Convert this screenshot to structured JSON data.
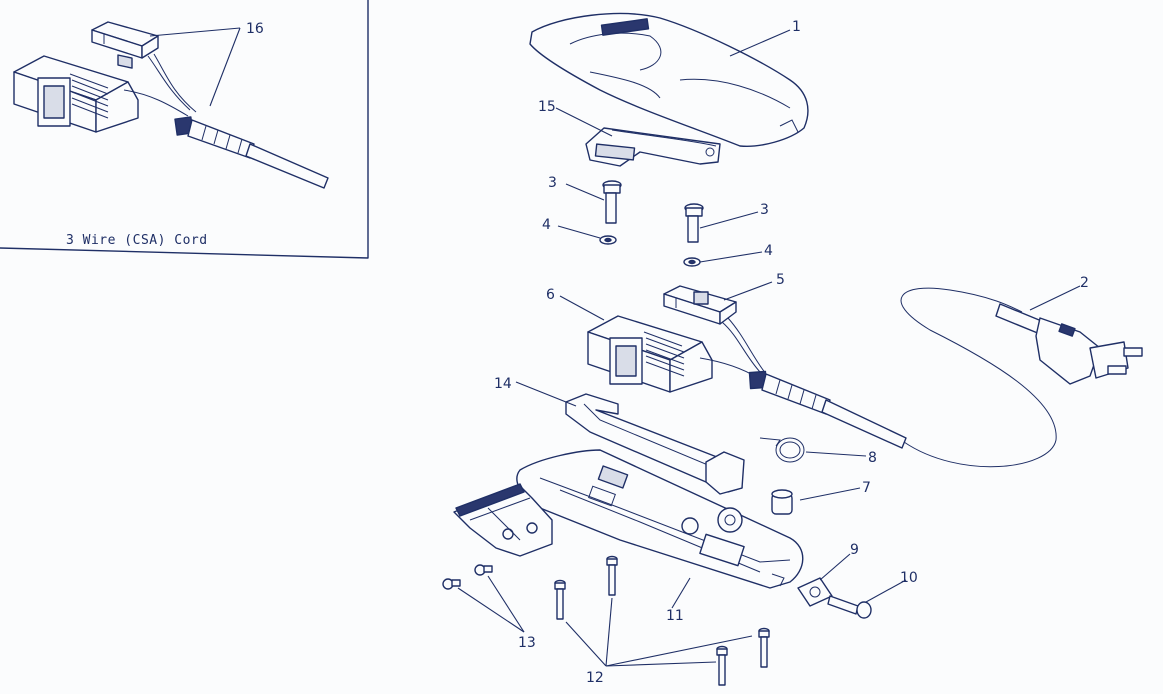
{
  "inset": {
    "caption": "3 Wire (CSA) Cord",
    "callout": "16"
  },
  "callouts": {
    "c1": "1",
    "c2": "2",
    "c3a": "3",
    "c3b": "3",
    "c4a": "4",
    "c4b": "4",
    "c5": "5",
    "c6": "6",
    "c7": "7",
    "c8": "8",
    "c9": "9",
    "c10": "10",
    "c11": "11",
    "c12": "12",
    "c13": "13",
    "c14": "14",
    "c15": "15"
  },
  "colors": {
    "ink": "#1f2f66",
    "paper": "#fbfcfd"
  }
}
